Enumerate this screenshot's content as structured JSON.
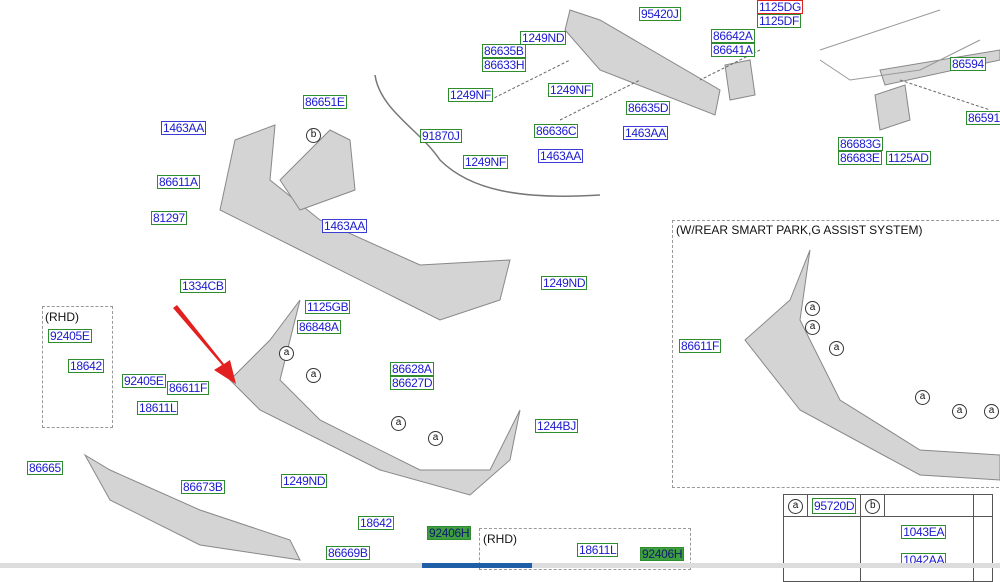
{
  "labels": {
    "p95420J": "95420J",
    "p1125DG": "1125DG",
    "p1125DF": "1125DF",
    "p86642A": "86642A",
    "p86641A": "86641A",
    "p1249ND_a": "1249ND",
    "p86635B": "86635B",
    "p86633H": "86633H",
    "p1249NF_a": "1249NF",
    "p1249NF_b": "1249NF",
    "p86635D": "86635D",
    "p86636C": "86636C",
    "p1463AA_a": "1463AA",
    "p1463AA_b": "1463AA",
    "p1249NF_c": "1249NF",
    "p91870J": "91870J",
    "p86651E": "86651E",
    "p1463AA_c": "1463AA",
    "p86611A": "86611A",
    "p81297": "81297",
    "p1463AA_d": "1463AA",
    "p86594": "86594",
    "p86591": "86591",
    "p86683G": "86683G",
    "p86683E": "86683E",
    "p1125AD": "1125AD",
    "p1334CB": "1334CB",
    "p1125GB": "1125GB",
    "p1249ND_b": "1249ND",
    "p86848A": "86848A",
    "p86628A": "86628A",
    "p86627D": "86627D",
    "p92405E_a": "92405E",
    "p18642_a": "18642",
    "p92405E_b": "92405E",
    "p86611F_a": "86611F",
    "p18611L_a": "18611L",
    "p86611F_b": "86611F",
    "p1244BJ": "1244BJ",
    "p86665": "86665",
    "p86673B": "86673B",
    "p1249ND_c": "1249ND",
    "p18642_b": "18642",
    "p92406H_a": "92406H",
    "p86669B": "86669B",
    "p18611L_b": "18611L",
    "p92406H_b": "92406H"
  },
  "texts": {
    "smart_park": "(W/REAR SMART PARK,G ASSIST SYSTEM)",
    "rhd_a": "(RHD)",
    "rhd_b": "(RHD)"
  },
  "markers": {
    "a": "a",
    "b": "b"
  },
  "legend": {
    "a_key": "a",
    "a_part": "95720D",
    "b_key": "b",
    "b_part1": "1043EA",
    "b_part2": "1042AA"
  }
}
